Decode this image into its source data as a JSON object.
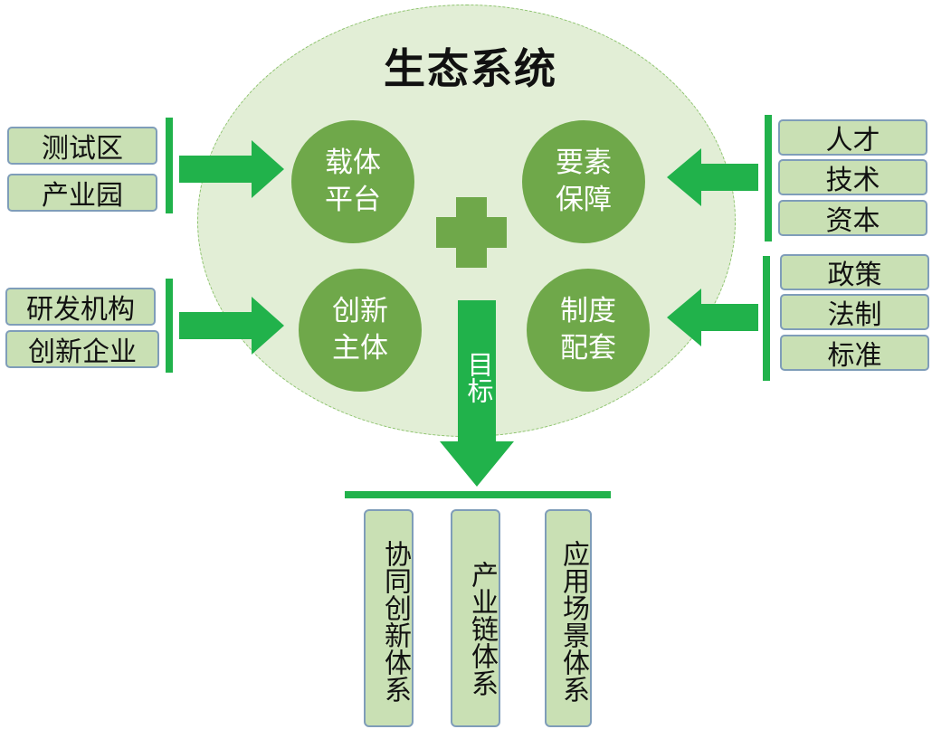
{
  "title": "生态系统",
  "circles": {
    "carrier": [
      "载体",
      "平台"
    ],
    "elements": [
      "要素",
      "保障"
    ],
    "innovation": [
      "创新",
      "主体"
    ],
    "institution": [
      "制度",
      "配套"
    ]
  },
  "left_inputs": {
    "group1": [
      "测试区",
      "产业园"
    ],
    "group2": [
      "研发机构",
      "创新企业"
    ]
  },
  "right_inputs": {
    "group1": [
      "人才",
      "技术",
      "资本"
    ],
    "group2": [
      "政策",
      "法制",
      "标准"
    ]
  },
  "goal_label": "目标",
  "outputs": [
    "协同创新体系",
    "产业链体系",
    "应用场景体系"
  ],
  "colors": {
    "arrow": "#21b24b",
    "circle": "#6fa84a",
    "box_fill": "#c9e0b4",
    "box_border": "#7f9db9",
    "ellipse": "#e2eed6"
  }
}
